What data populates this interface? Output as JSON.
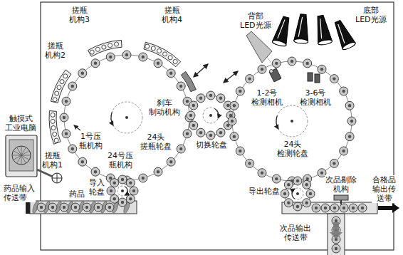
{
  "diagram": {
    "labels": [
      "搓瓶 机构3",
      "搓瓶 机构4",
      "背部 LED光源",
      "底部 LED光源",
      "搓瓶 机构2",
      "切换轮盘",
      "刹车 制动机构",
      "1-2号 检测相机",
      "3-6号 检测相机",
      "触摸式 工业电脑",
      "1号压 瓶机构",
      "24头 搓瓶轮盘",
      "24头 检测轮盘",
      "24号压 瓶机构",
      "搓瓶 机构1",
      "导入 轮盘",
      "导出轮盘",
      "次品剔除 机构",
      "药品",
      "合格品 输出传 送带",
      "药品输入 传送带",
      "次品输出 传送带"
    ]
  }
}
